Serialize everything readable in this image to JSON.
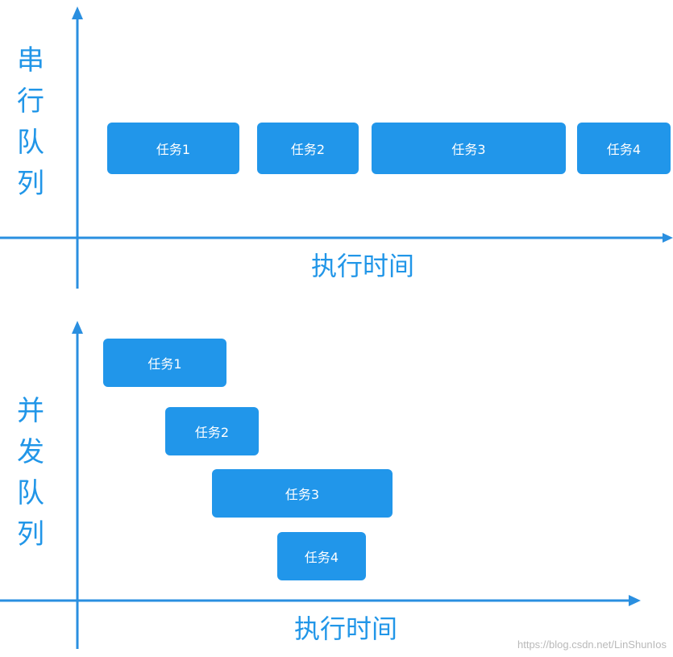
{
  "colors": {
    "accent": "#2196ea",
    "axis": "#2a8fe0",
    "background": "#ffffff",
    "watermark": "#b9b9b9"
  },
  "serial": {
    "ylabel_chars": [
      "串",
      "行",
      "队",
      "列"
    ],
    "xlabel": "执行时间",
    "tasks": [
      "任务1",
      "任务2",
      "任务3",
      "任务4"
    ]
  },
  "concurrent": {
    "ylabel_chars": [
      "并",
      "发",
      "队",
      "列"
    ],
    "xlabel": "执行时间",
    "tasks": [
      "任务1",
      "任务2",
      "任务3",
      "任务4"
    ]
  },
  "watermark": "https://blog.csdn.net/LinShunIos"
}
